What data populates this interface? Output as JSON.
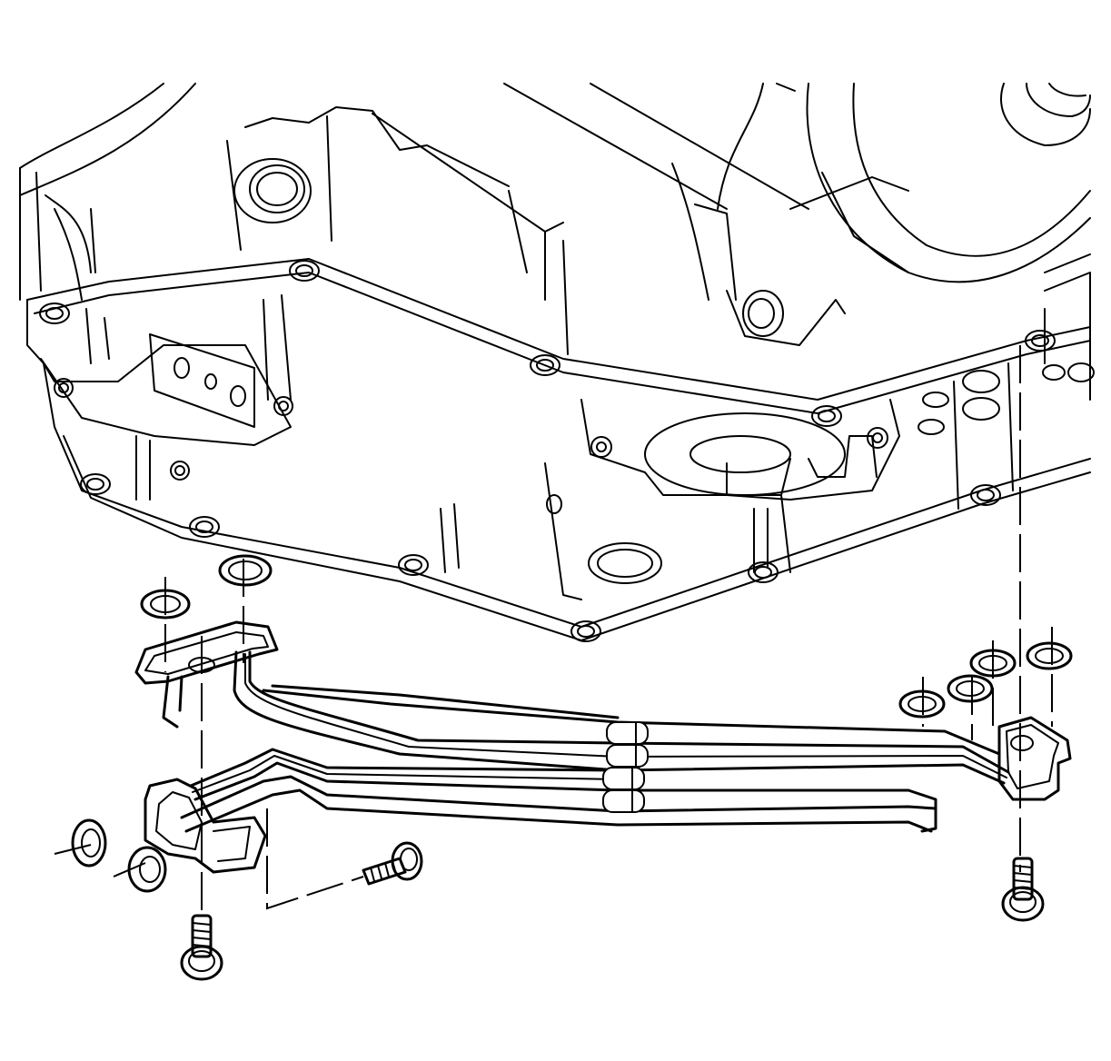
{
  "figure": {
    "caption": "",
    "colors": {
      "line": "#000000",
      "background": "#ffffff"
    }
  },
  "parts": [
    {
      "id": "transaxle-case",
      "icon": "transaxle-case-outline"
    },
    {
      "id": "oil-pan-flange",
      "icon": "oil-pan-gasket-flange"
    },
    {
      "id": "cooler-pipe-assembly",
      "icon": "cooler-pipe-assembly"
    },
    {
      "id": "pipe-bracket-left-upper",
      "icon": "pipe-flange-bracket"
    },
    {
      "id": "pipe-bracket-left-lower",
      "icon": "pipe-flange-bracket"
    },
    {
      "id": "pipe-bracket-right",
      "icon": "pipe-flange-bracket"
    },
    {
      "id": "seal-rings",
      "icon": "o-ring-seal",
      "count": 8
    },
    {
      "id": "mounting-bolts",
      "icon": "hex-flange-bolt",
      "count": 3
    }
  ]
}
